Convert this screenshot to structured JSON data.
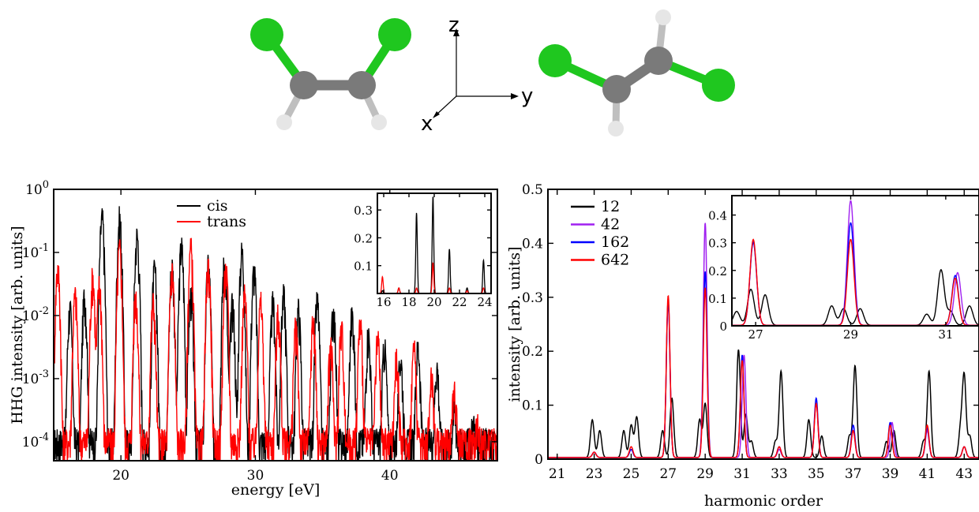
{
  "molecules": {
    "axis_labels": [
      "z",
      "y",
      "x"
    ],
    "colors": {
      "chlorine": "#1fc71f",
      "carbon": "#7a7a7a",
      "hydrogen": "#e6e6e6"
    }
  },
  "chart_data": [
    {
      "type": "line",
      "ylabel": "HHG intensity [arb. units]",
      "xlabel": "energy [eV]",
      "xlim": [
        15,
        48
      ],
      "ylim": [
        5e-05,
        1
      ],
      "yscale": "log",
      "xticks": [
        "20",
        "30",
        "40"
      ],
      "yticks": [
        "10^0",
        "10^-1",
        "10^-2",
        "10^-3",
        "10^-4"
      ],
      "legend_position": "top-center",
      "series": [
        {
          "name": "cis",
          "color": "#000000",
          "peaks": [
            [
              16.2,
              0.012
            ],
            [
              17.3,
              0.02
            ],
            [
              18.6,
              0.34
            ],
            [
              19.9,
              0.34
            ],
            [
              21.2,
              0.18
            ],
            [
              22.5,
              0.05
            ],
            [
              23.8,
              0.06
            ],
            [
              24.5,
              0.12
            ],
            [
              25.2,
              0.02
            ],
            [
              26.5,
              0.06
            ],
            [
              27.7,
              0.07
            ],
            [
              28.3,
              0.015
            ],
            [
              29.0,
              0.1
            ],
            [
              29.9,
              0.05
            ],
            [
              31.3,
              0.015
            ],
            [
              32.1,
              0.02
            ],
            [
              33.2,
              0.012
            ],
            [
              34.6,
              0.016
            ],
            [
              35.8,
              0.012
            ],
            [
              37.2,
              0.01
            ],
            [
              38.4,
              0.005
            ],
            [
              39.6,
              0.003
            ],
            [
              40.8,
              0.002
            ],
            [
              42.1,
              0.003
            ],
            [
              43.5,
              0.0015
            ],
            [
              44.8,
              0.0002
            ],
            [
              46.2,
              0.0001
            ]
          ]
        },
        {
          "name": "trans",
          "color": "#ff0000",
          "peaks": [
            [
              15.3,
              0.055
            ],
            [
              16.6,
              0.02
            ],
            [
              17.9,
              0.04
            ],
            [
              18.4,
              0.03
            ],
            [
              19.9,
              0.11
            ],
            [
              21.1,
              0.02
            ],
            [
              22.4,
              0.015
            ],
            [
              23.8,
              0.05
            ],
            [
              25.2,
              0.11
            ],
            [
              26.5,
              0.06
            ],
            [
              27.8,
              0.05
            ],
            [
              29.2,
              0.02
            ],
            [
              30.4,
              0.015
            ],
            [
              31.7,
              0.01
            ],
            [
              33.0,
              0.006
            ],
            [
              34.3,
              0.008
            ],
            [
              35.6,
              0.003
            ],
            [
              36.4,
              0.006
            ],
            [
              37.8,
              0.007
            ],
            [
              39.1,
              0.004
            ],
            [
              40.5,
              0.002
            ],
            [
              41.8,
              0.003
            ],
            [
              43.1,
              0.001
            ],
            [
              44.8,
              0.0006
            ],
            [
              46.5,
              0.0001
            ]
          ]
        }
      ],
      "inset": {
        "xlim": [
          15.5,
          24.5
        ],
        "ylim": [
          0,
          0.36
        ],
        "xticks": [
          "16",
          "18",
          "20",
          "22",
          "24"
        ],
        "yticks": [
          "0.1",
          "0.2",
          "0.3"
        ],
        "series": [
          {
            "name": "cis",
            "color": "#000000",
            "peaks": [
              [
                15.9,
                0.01
              ],
              [
                17.2,
                0.02
              ],
              [
                18.6,
                0.29
              ],
              [
                19.9,
                0.35
              ],
              [
                21.2,
                0.16
              ],
              [
                22.6,
                0.02
              ],
              [
                23.9,
                0.12
              ]
            ]
          },
          {
            "name": "trans",
            "color": "#ff0000",
            "peaks": [
              [
                15.9,
                0.06
              ],
              [
                17.2,
                0.02
              ],
              [
                18.6,
                0.02
              ],
              [
                19.9,
                0.11
              ],
              [
                21.2,
                0.02
              ],
              [
                22.6,
                0.01
              ],
              [
                23.9,
                0.02
              ]
            ]
          }
        ]
      }
    },
    {
      "type": "line",
      "ylabel": "intensity [arb. units]",
      "xlabel": "harmonic order",
      "xlim": [
        20.5,
        43.8
      ],
      "ylim": [
        0,
        0.5
      ],
      "xticks": [
        "21",
        "23",
        "25",
        "27",
        "29",
        "31",
        "33",
        "35",
        "37",
        "39",
        "41",
        "43"
      ],
      "yticks": [
        "0",
        "0.1",
        "0.2",
        "0.3",
        "0.4",
        "0.5"
      ],
      "legend_position": "top-left",
      "series": [
        {
          "name": "12",
          "color": "#000000",
          "peaks": [
            [
              22.9,
              0.07
            ],
            [
              23.3,
              0.05
            ],
            [
              24.6,
              0.05
            ],
            [
              25.0,
              0.06
            ],
            [
              25.3,
              0.075
            ],
            [
              26.7,
              0.05
            ],
            [
              27.2,
              0.11
            ],
            [
              28.7,
              0.07
            ],
            [
              29.0,
              0.1
            ],
            [
              30.8,
              0.2
            ],
            [
              31.2,
              0.08
            ],
            [
              31.5,
              0.03
            ],
            [
              32.8,
              0.03
            ],
            [
              33.1,
              0.16
            ],
            [
              34.6,
              0.07
            ],
            [
              35.3,
              0.04
            ],
            [
              36.8,
              0.04
            ],
            [
              37.1,
              0.17
            ],
            [
              38.8,
              0.03
            ],
            [
              39.2,
              0.05
            ],
            [
              40.8,
              0.03
            ],
            [
              41.1,
              0.16
            ],
            [
              42.8,
              0.05
            ],
            [
              43.0,
              0.15
            ],
            [
              43.3,
              0.04
            ]
          ]
        },
        {
          "name": "42",
          "color": "#a020f0",
          "peaks": [
            [
              23.0,
              0.01
            ],
            [
              25.0,
              0.015
            ],
            [
              27.0,
              0.29
            ],
            [
              29.0,
              0.435
            ],
            [
              31.1,
              0.19
            ],
            [
              33.0,
              0.015
            ],
            [
              35.0,
              0.1
            ],
            [
              37.0,
              0.05
            ],
            [
              39.1,
              0.065
            ],
            [
              41.0,
              0.05
            ],
            [
              43.0,
              0.02
            ]
          ]
        },
        {
          "name": "162",
          "color": "#0000ff",
          "peaks": [
            [
              23.0,
              0.01
            ],
            [
              25.0,
              0.015
            ],
            [
              27.0,
              0.29
            ],
            [
              29.0,
              0.345
            ],
            [
              31.0,
              0.19
            ],
            [
              33.0,
              0.02
            ],
            [
              35.0,
              0.11
            ],
            [
              37.0,
              0.06
            ],
            [
              39.0,
              0.065
            ],
            [
              41.0,
              0.055
            ],
            [
              43.0,
              0.02
            ]
          ]
        },
        {
          "name": "642",
          "color": "#ff0000",
          "peaks": [
            [
              23.0,
              0.01
            ],
            [
              25.0,
              0.02
            ],
            [
              27.0,
              0.3
            ],
            [
              29.0,
              0.315
            ],
            [
              31.0,
              0.18
            ],
            [
              33.0,
              0.02
            ],
            [
              35.0,
              0.1
            ],
            [
              37.0,
              0.05
            ],
            [
              39.0,
              0.06
            ],
            [
              41.0,
              0.06
            ],
            [
              43.0,
              0.02
            ]
          ]
        }
      ],
      "inset": {
        "xlim": [
          26.5,
          31.7
        ],
        "ylim": [
          0,
          0.47
        ],
        "xticks": [
          "27",
          "29",
          "31"
        ],
        "yticks": [
          "0",
          "0.1",
          "0.2",
          "0.3",
          "0.4"
        ],
        "series": [
          {
            "name": "12",
            "color": "#000000",
            "peaks": [
              [
                26.6,
                0.05
              ],
              [
                26.9,
                0.13
              ],
              [
                27.2,
                0.11
              ],
              [
                28.6,
                0.07
              ],
              [
                28.85,
                0.06
              ],
              [
                29.2,
                0.06
              ],
              [
                30.6,
                0.04
              ],
              [
                30.9,
                0.2
              ],
              [
                31.1,
                0.05
              ],
              [
                31.5,
                0.07
              ]
            ]
          },
          {
            "name": "42",
            "color": "#a020f0",
            "peaks": [
              [
                26.95,
                0.3
              ],
              [
                29.0,
                0.45
              ],
              [
                31.25,
                0.19
              ]
            ]
          },
          {
            "name": "162",
            "color": "#0000ff",
            "peaks": [
              [
                26.95,
                0.3
              ],
              [
                29.0,
                0.37
              ],
              [
                31.2,
                0.18
              ]
            ]
          },
          {
            "name": "642",
            "color": "#ff0000",
            "peaks": [
              [
                26.95,
                0.31
              ],
              [
                29.0,
                0.31
              ],
              [
                31.2,
                0.17
              ]
            ]
          }
        ]
      }
    }
  ]
}
